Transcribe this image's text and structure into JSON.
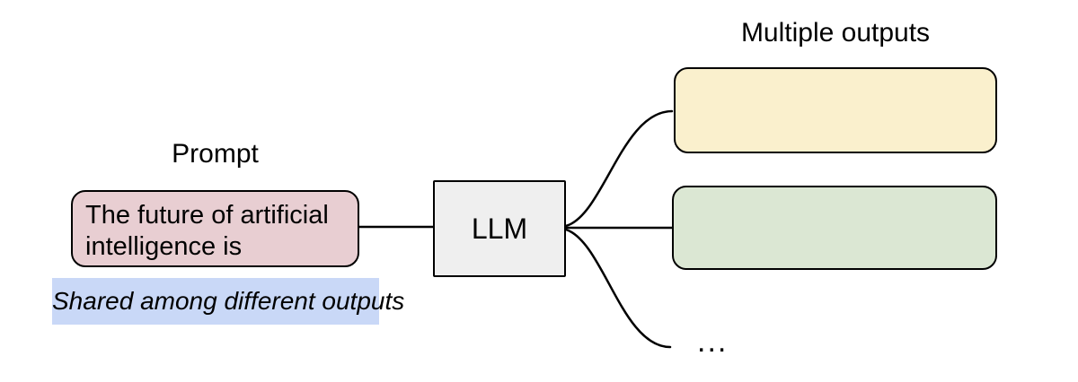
{
  "diagram": {
    "background": "#ffffff",
    "connector_color": "#000000",
    "prompt": {
      "label": "Prompt",
      "box": {
        "lines": [
          "The future of artificial",
          "intelligence is"
        ],
        "fill": "#e8ced2"
      },
      "note": {
        "text": "Shared among different outputs",
        "fill": "#c9d8f7"
      }
    },
    "llm": {
      "label": "LLM",
      "fill": "#efefef"
    },
    "outputs": {
      "label": "Multiple outputs",
      "box1": {
        "fill": "#faf0cd"
      },
      "box2": {
        "fill": "#dbe7d3"
      },
      "ellipsis": "..."
    }
  }
}
